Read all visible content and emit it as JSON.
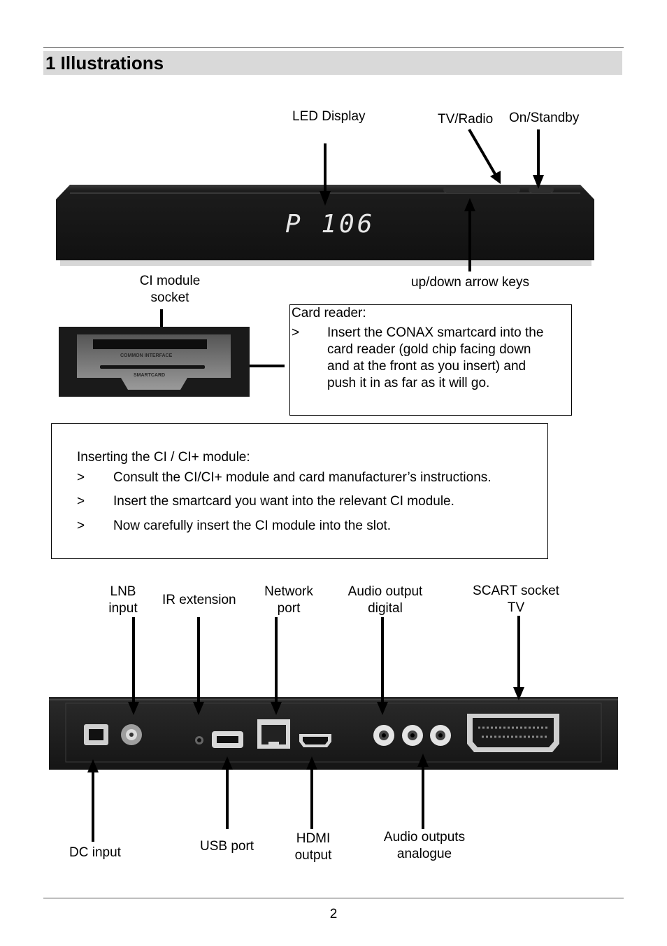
{
  "section": {
    "title": "1 Illustrations"
  },
  "front": {
    "display_text": "P 106",
    "labels": {
      "led_display": "LED Display",
      "tv_radio": "TV/Radio",
      "on_standby": "On/Standby",
      "up_down": "up/down arrow keys",
      "ci_module_l1": "CI module",
      "ci_module_l2": "socket"
    }
  },
  "slot": {
    "common_interface": "COMMON INTERFACE",
    "smartcard": "SMARTCARD"
  },
  "card_reader": {
    "title": "Card reader:",
    "bullet": ">",
    "lines": [
      "Insert the CONAX smartcard into the",
      "card reader (gold chip facing down",
      "and at the front as you insert) and",
      "push it in as far as it will go."
    ]
  },
  "ci_box": {
    "title": "Inserting the CI / CI+ module:",
    "bullet": ">",
    "items": [
      "Consult the CI/CI+ module and card manufacturer’s instructions.",
      "Insert the smartcard you want into the relevant CI module.",
      "Now carefully insert the CI module into the slot."
    ]
  },
  "rear": {
    "labels": {
      "lnb_l1": "LNB",
      "lnb_l2": "input",
      "ir": "IR extension",
      "network_l1": "Network",
      "network_l2": "port",
      "audio_dig_l1": "Audio output",
      "audio_dig_l2": "digital",
      "scart_l1": "SCART socket",
      "scart_l2": "TV",
      "dc": "DC input",
      "usb": "USB port",
      "hdmi_l1": "HDMI",
      "hdmi_l2": "output",
      "audio_an_l1": "Audio outputs",
      "audio_an_l2": "analogue"
    }
  },
  "footer": {
    "page": "2"
  }
}
